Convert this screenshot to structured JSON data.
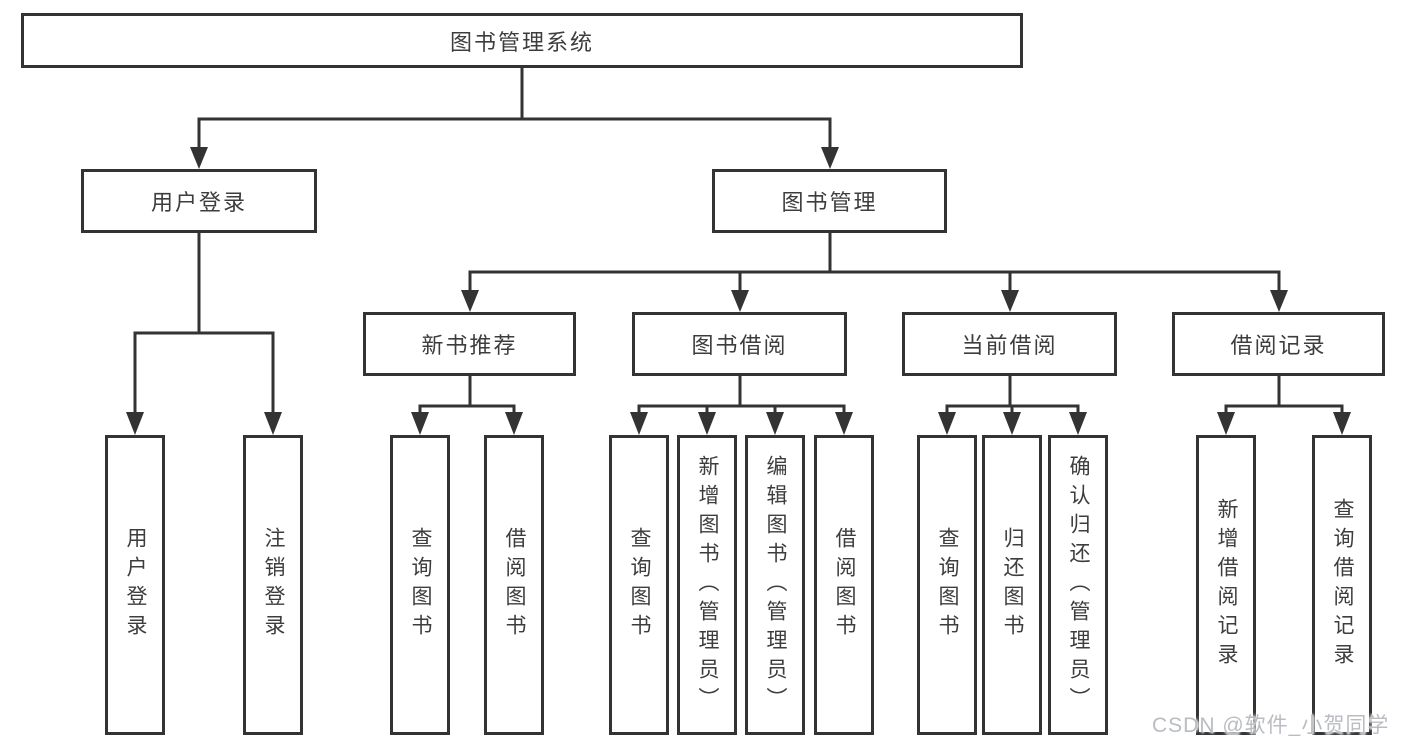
{
  "diagram": {
    "root": {
      "label": "图书管理系统"
    },
    "branches": [
      {
        "label": "用户登录",
        "leaves": [
          {
            "label": "用户登录"
          },
          {
            "label": "注销登录"
          }
        ]
      },
      {
        "label": "图书管理",
        "groups": [
          {
            "label": "新书推荐",
            "leaves": [
              {
                "label": "查询图书"
              },
              {
                "label": "借阅图书"
              }
            ]
          },
          {
            "label": "图书借阅",
            "leaves": [
              {
                "label": "查询图书"
              },
              {
                "label": "新增图书（管理员）"
              },
              {
                "label": "编辑图书（管理员）"
              },
              {
                "label": "借阅图书"
              }
            ]
          },
          {
            "label": "当前借阅",
            "leaves": [
              {
                "label": "查询图书"
              },
              {
                "label": "归还图书"
              },
              {
                "label": "确认归还（管理员）"
              }
            ]
          },
          {
            "label": "借阅记录",
            "leaves": [
              {
                "label": "新增借阅记录"
              },
              {
                "label": "查询借阅记录"
              }
            ]
          }
        ]
      }
    ]
  },
  "watermark": "CSDN @软件_小贺同学",
  "colors": {
    "line": "#333333",
    "box_border": "#333333",
    "box_fill": "#ffffff",
    "text": "#3d3d3d",
    "watermark": "#b9bdc1",
    "background": "#ffffff"
  }
}
